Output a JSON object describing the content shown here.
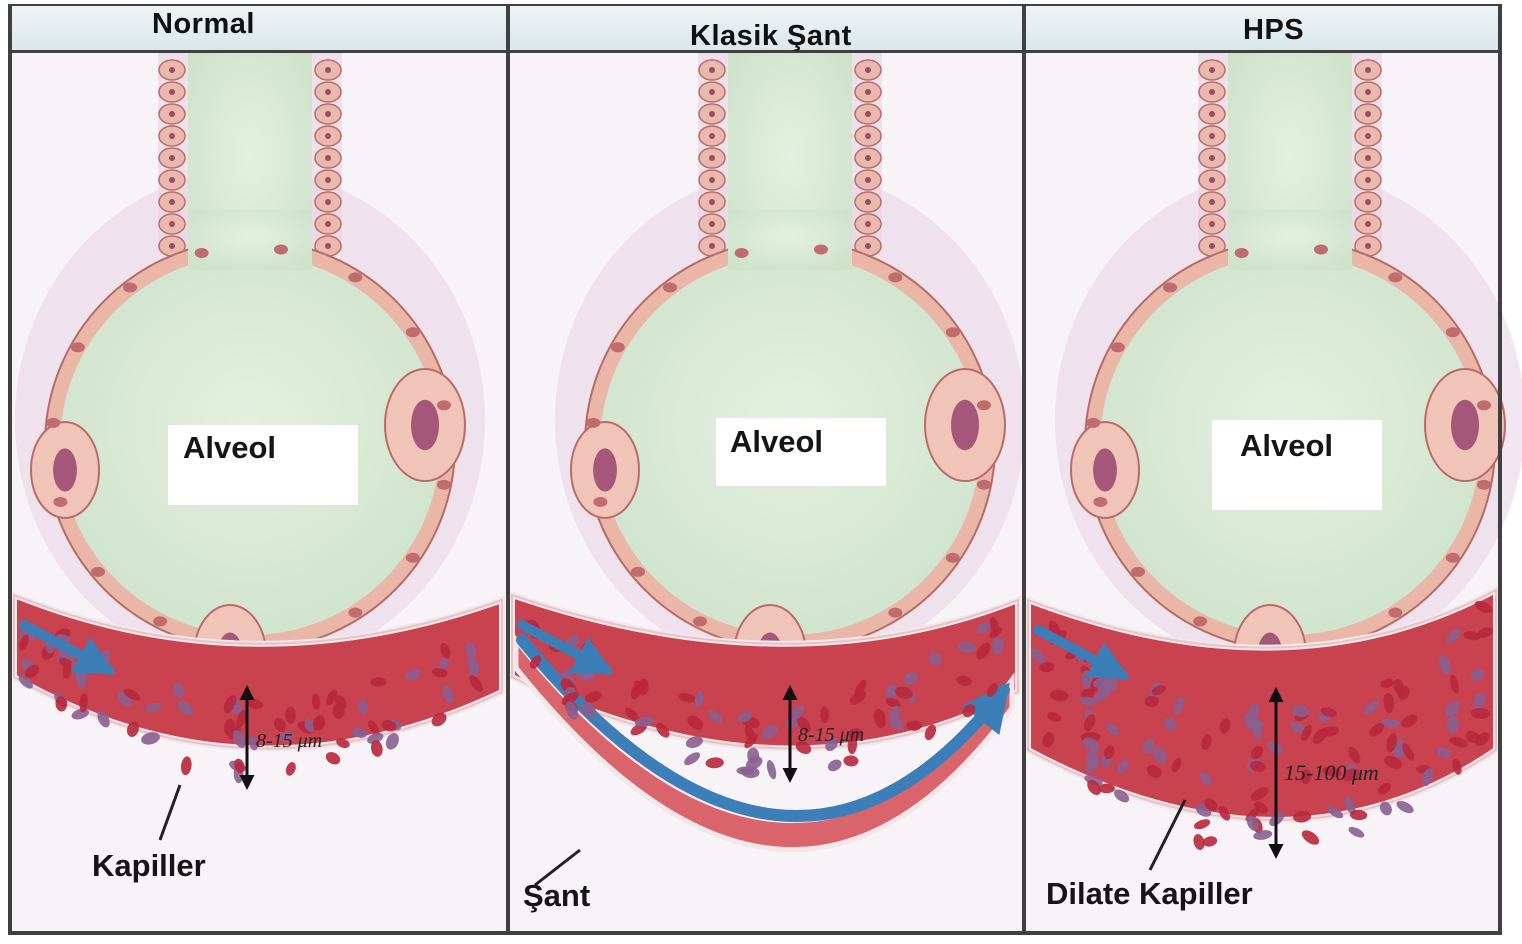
{
  "panels": [
    {
      "title": "Normal",
      "alveolus_label": "Alveol",
      "vessel_label": "Kapiller",
      "width_label": "8-15 μm"
    },
    {
      "title": "Klasik Şant",
      "alveolus_label": "Alveol",
      "vessel_label": "Şant",
      "width_label": "8-15 μm"
    },
    {
      "title": "HPS",
      "alveolus_label": "Alveol",
      "vessel_label": "Dilate Kapiller",
      "width_label": "15-100 μm"
    }
  ],
  "colors": {
    "alveolus_fill": "#d6e8d2",
    "alveolus_wall": "#e9b6a8",
    "interstitium": "#e7d3e6",
    "capillary": "#c8424f",
    "red_cell": "#b8283c",
    "flow_arrow": "#3c7fb8",
    "frame": "#404040"
  },
  "icons": [
    "flow-arrow-icon",
    "double-arrow-icon"
  ]
}
